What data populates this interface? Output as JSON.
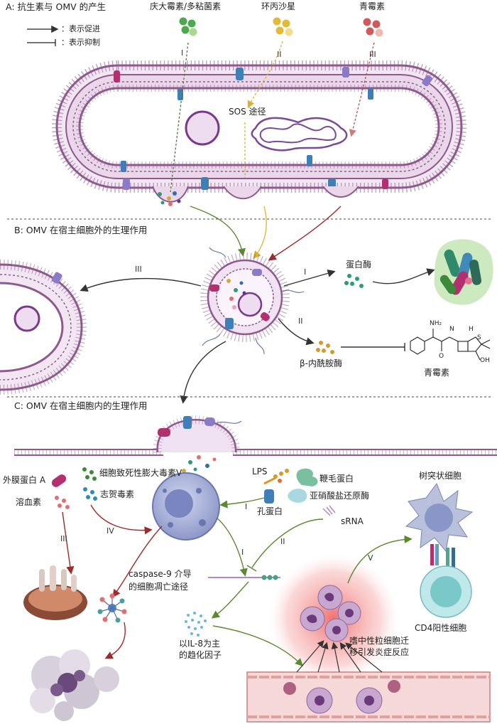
{
  "sections": {
    "a": "A: 抗生素与 OMV 的产生",
    "b": "B: OMV 在宿主细胞外的生理作用",
    "c": "C: OMV 在宿主细胞内的生理作用"
  },
  "legend": {
    "promote": "：表示促进",
    "inhibit": "：表示抑制"
  },
  "antibiotics": {
    "gentamicin": "庆大霉素/多粘菌素",
    "cipro": "环丙沙星",
    "penicillin": "青霉素"
  },
  "roman": {
    "i": "I",
    "ii": "II",
    "iii": "III",
    "iv": "IV",
    "v": "V"
  },
  "panel_a": {
    "sos": "SOS 途径"
  },
  "panel_b": {
    "protease": "蛋白酶",
    "blactamase": "β-内酰胺酶",
    "penicillin": "青霉素"
  },
  "penicillin_structure": {
    "nh2": "NH₂",
    "h": "H",
    "n": "N",
    "s": "S",
    "o": "O",
    "oh": "OH"
  },
  "panel_c": {
    "omp_a": "外膜蛋白 A",
    "hemolysin": "溶血素",
    "cnf": "细胞致死性膨大毒素V",
    "shiga": "志贺毒素",
    "lps": "LPS",
    "flagellin": "鞭毛蛋白",
    "nitrite": "亚硝酸盐还原酶",
    "porin": "孔蛋白",
    "srna": "sRNA",
    "caspase": "caspase-9 介导",
    "apoptosis": "的细胞凋亡途径",
    "il8": "以IL-8为主",
    "chemokine": "的趋化因子",
    "neutrophil": "嗜中性粒细胞迁",
    "inflammation": "移引发炎症反应",
    "dendritic": "树突状细胞",
    "cd4": "CD4阳性细胞"
  },
  "colors": {
    "membrane": "#8e5a8e",
    "periplasm": "#e9d6ea",
    "gentamicin": "#4caa4c",
    "cipro": "#e3b93a",
    "penicillin": "#cf5a5a",
    "arrow": "#333333",
    "porin": "#3f7fb8",
    "omp": "#b2306e",
    "green_arrow": "#5a8a30",
    "red_arrow": "#a02a2a"
  }
}
